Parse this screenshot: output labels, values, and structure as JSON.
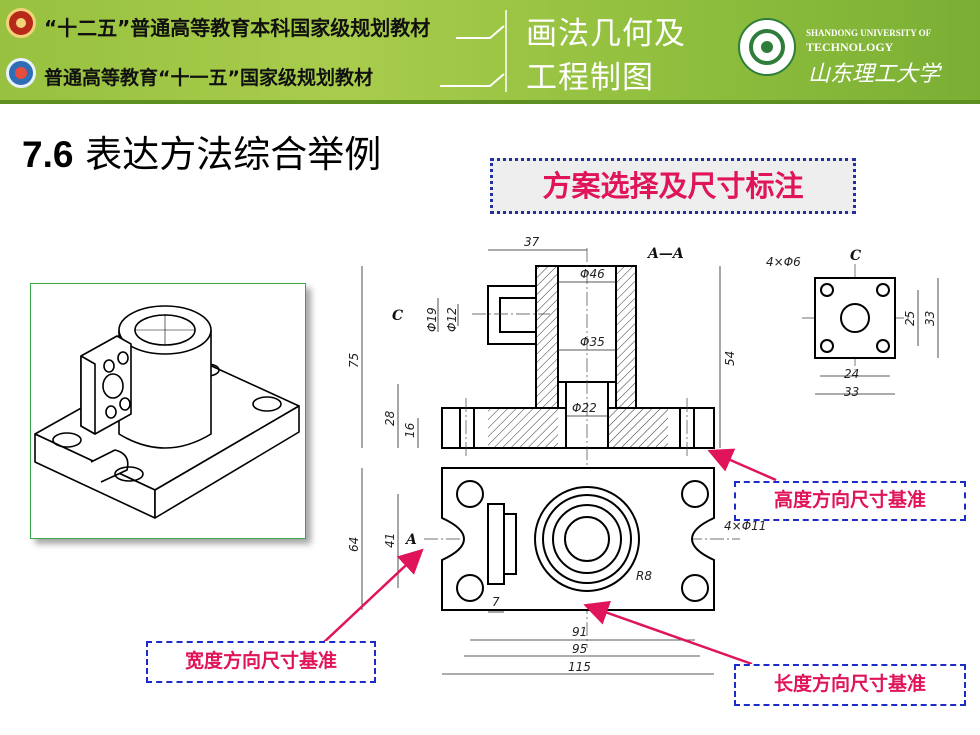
{
  "header": {
    "series_1": "“十二五”普通高等教育本科国家级规划教材",
    "series_2": "普通高等教育“十一五”国家级规划教材",
    "book_title_line_1": "画法几何及",
    "book_title_line_2": "工程制图",
    "university_en_line_1": "SHANDONG UNIVERSITY OF",
    "university_en_line_2": "TECHNOLOGY",
    "university_cn": "山东理工大学",
    "colors": {
      "banner": "#9dc746",
      "accent": "#e0145a",
      "callout_border": "#1d2cc9"
    }
  },
  "slide": {
    "title_number": "7.6",
    "title_text": "表达方法综合举例",
    "subtitle": "方案选择及尺寸标注"
  },
  "drawing": {
    "section_label": "A—A",
    "view_c_label": "C",
    "view_c_arrow_label": "C",
    "section_mark_a": "A",
    "dims_section": {
      "d37": "37",
      "d46": "Φ46",
      "d35": "Φ35",
      "d22": "Φ22",
      "d19": "Φ19",
      "d12": "Φ12",
      "d75": "75",
      "d54": "54",
      "d28": "28",
      "d16": "16"
    },
    "dims_view_c": {
      "holes": "4×Φ6",
      "d24": "24",
      "d33h": "33",
      "d25": "25",
      "d33v": "33"
    },
    "dims_top_view": {
      "d64": "64",
      "d41": "41",
      "holes": "4×Φ11",
      "r8": "R8",
      "d7": "7",
      "d91": "91",
      "d95": "95",
      "d115": "115"
    }
  },
  "callouts": {
    "height_datum": "高度方向尺寸基准",
    "width_datum": "宽度方向尺寸基准",
    "length_datum": "长度方向尺寸基准"
  }
}
